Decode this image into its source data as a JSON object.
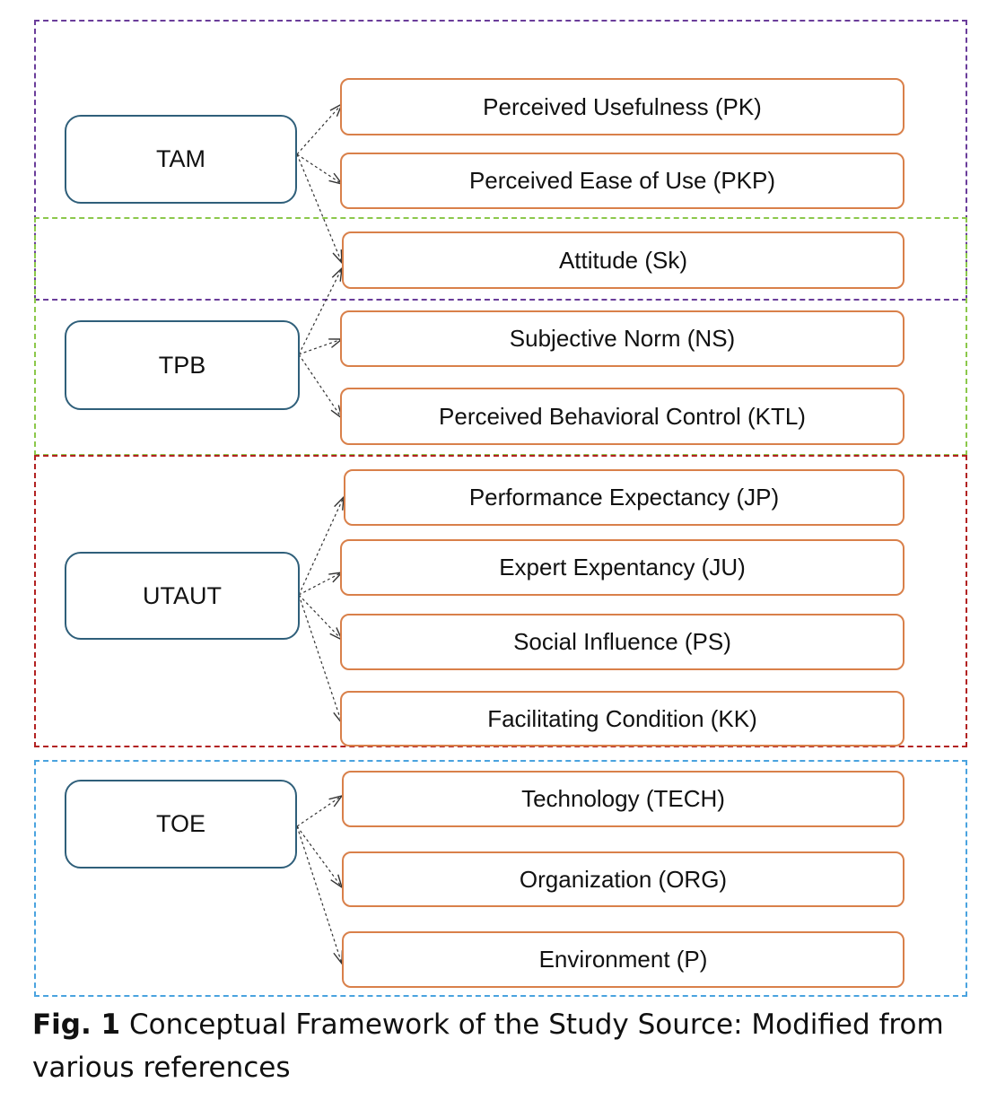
{
  "groups": [
    {
      "id": "tam",
      "color": "#6a3d9a"
    },
    {
      "id": "tpb",
      "color": "#8cc84b"
    },
    {
      "id": "utaut",
      "color": "#b22222"
    },
    {
      "id": "toe",
      "color": "#4aa3df"
    }
  ],
  "theories": {
    "tam": "TAM",
    "tpb": "TPB",
    "utaut": "UTAUT",
    "toe": "TOE"
  },
  "constructs": {
    "pk": "Perceived Usefulness (PK)",
    "pkp": "Perceived Ease of Use (PKP)",
    "sk": "Attitude (Sk)",
    "ns": "Subjective Norm (NS)",
    "ktl": "Perceived Behavioral Control (KTL)",
    "jp": "Performance Expectancy (JP)",
    "ju": "Expert Expentancy (JU)",
    "ps": "Social Influence (PS)",
    "kk": "Facilitating Condition (KK)",
    "tech": "Technology (TECH)",
    "org": "Organization (ORG)",
    "p": "Environment (P)"
  },
  "caption": {
    "label": "Fig. 1",
    "text": " Conceptual Framework of the Study Source: Modified from various references"
  },
  "colors": {
    "theory_border": "#2f5f7a",
    "construct_border": "#d9804a",
    "arrow": "#333333"
  }
}
